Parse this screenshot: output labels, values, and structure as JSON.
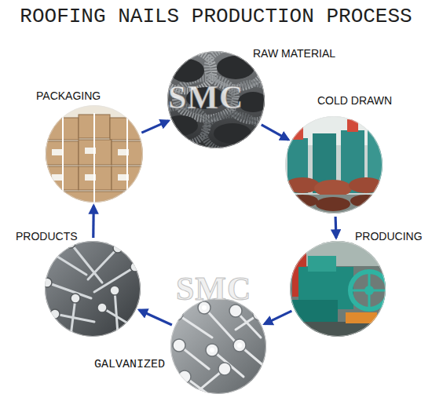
{
  "diagram": {
    "title": "ROOFING NAILS PRODUCTION PROCESS",
    "nodes": [
      {
        "text": [
          "RAW MATERIAL"
        ]
      },
      {
        "text": [
          "COLD DRAWN"
        ]
      },
      {
        "text": [
          "PRODUCING"
        ]
      },
      {
        "text": [
          "GALVANIZED"
        ]
      },
      {
        "text": [
          "PRODUCTS"
        ]
      },
      {
        "text": [
          "PACKAGING"
        ]
      }
    ],
    "edges": [
      {
        "from": 0,
        "to": 1,
        "arrow": "to"
      },
      {
        "from": 1,
        "to": 2,
        "arrow": "to"
      },
      {
        "from": 2,
        "to": 3,
        "arrow": "to"
      },
      {
        "from": 3,
        "to": 4,
        "arrow": "to"
      },
      {
        "from": 4,
        "to": 5,
        "arrow": "to"
      },
      {
        "from": 5,
        "to": 0,
        "arrow": "to"
      }
    ],
    "labels": [
      "SMC",
      "SMC"
    ]
  }
}
